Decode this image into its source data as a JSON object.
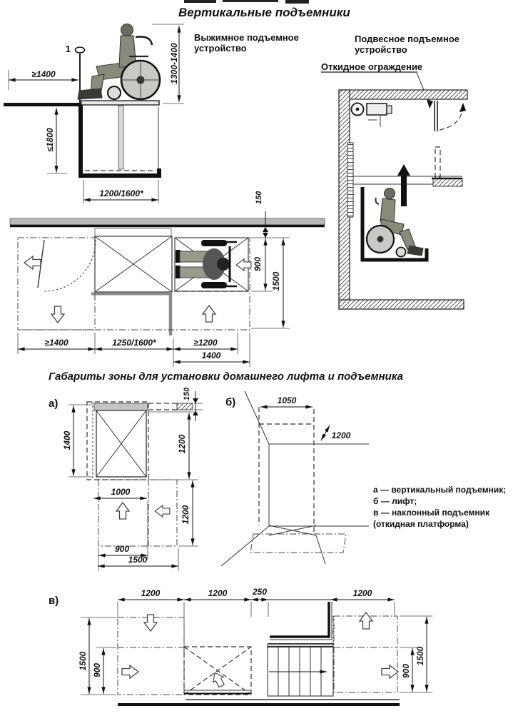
{
  "header": {
    "title": "Вертикальные подъемники",
    "section2_title": "Габариты зоны для установки домашнего лифта и подъемника"
  },
  "side_view": {
    "device_label_1": "Выжимное подъемное",
    "device_label_2": "устройство",
    "callout": "1",
    "dim_landing": "≥1400",
    "dim_travel": "1300-1400",
    "dim_pit": "≤1800",
    "dim_width": "1200/1600*"
  },
  "hoist_view": {
    "device_label_1": "Подвесное подъемное",
    "device_label_2": "устройство",
    "guard_label": "Откидное ограждение"
  },
  "plan_view": {
    "dim_sill": "150",
    "dim_space": "900",
    "dim_depth": "1500",
    "dim_left_zone": "≥1400",
    "dim_shaft": "1250/1600*",
    "dim_right_zone": "≥1200",
    "dim_right_total": "1400"
  },
  "diagram_a": {
    "label": "а)",
    "dim_shaft_depth": "1400",
    "dim_wall": "150",
    "dim_zone_upper": "1200",
    "dim_zone_lower": "1200",
    "dim_door": "1000",
    "dim_approach": "900",
    "dim_total": "1500"
  },
  "diagram_b": {
    "label": "б)",
    "dim_width": "1050",
    "dim_depth": "1200"
  },
  "diagram_v": {
    "label": "в)",
    "dim_top_1": "1200",
    "dim_top_2": "1200",
    "dim_top_3": "250",
    "dim_top_4": "1200",
    "dim_left_depth": "1500",
    "dim_left_space": "900",
    "dim_right_space": "900",
    "dim_right_depth": "1500"
  },
  "legend": {
    "line_a": "а — вертикальный подъемник;",
    "line_b": "б — лифт;",
    "line_v1": "в — наклонный подъемник",
    "line_v2": "(откидная платформа)"
  }
}
